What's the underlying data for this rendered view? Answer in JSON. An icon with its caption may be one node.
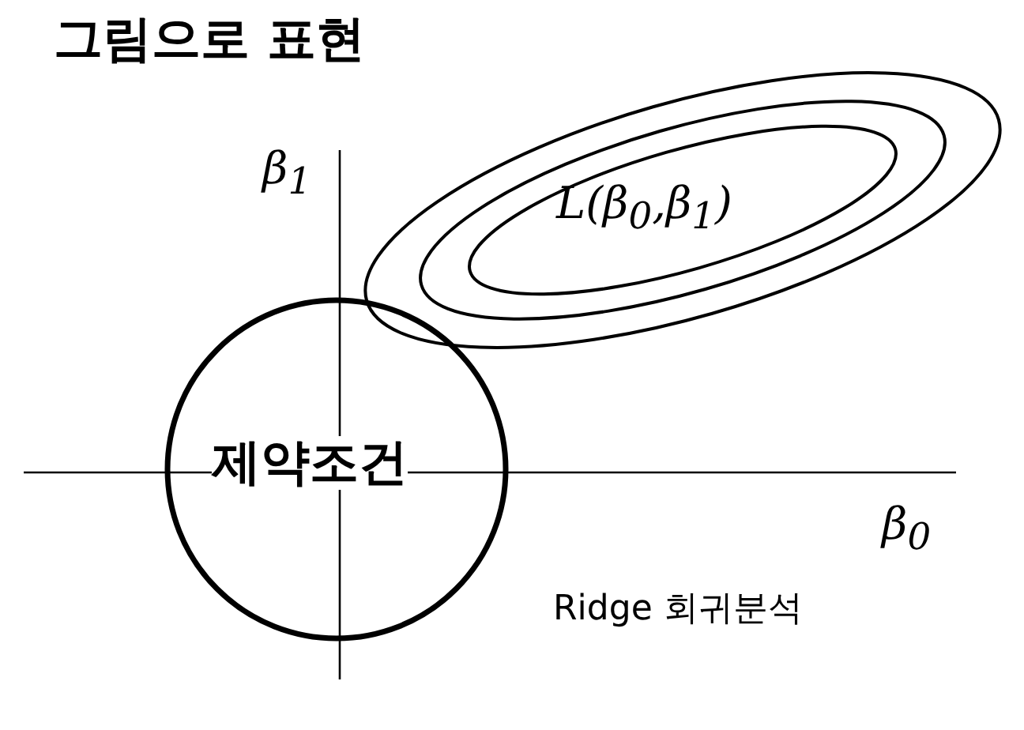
{
  "diagram": {
    "title": "그림으로 표현",
    "nodes": [
      {
        "text": [
          "L(β$_{0}$,β$_{1}$)"
        ]
      },
      {
        "text": [
          "제약조건"
        ]
      }
    ],
    "labels": [
      "β$_{1}$",
      "β$_{0}$",
      "Ridge 회귀분석"
    ]
  }
}
